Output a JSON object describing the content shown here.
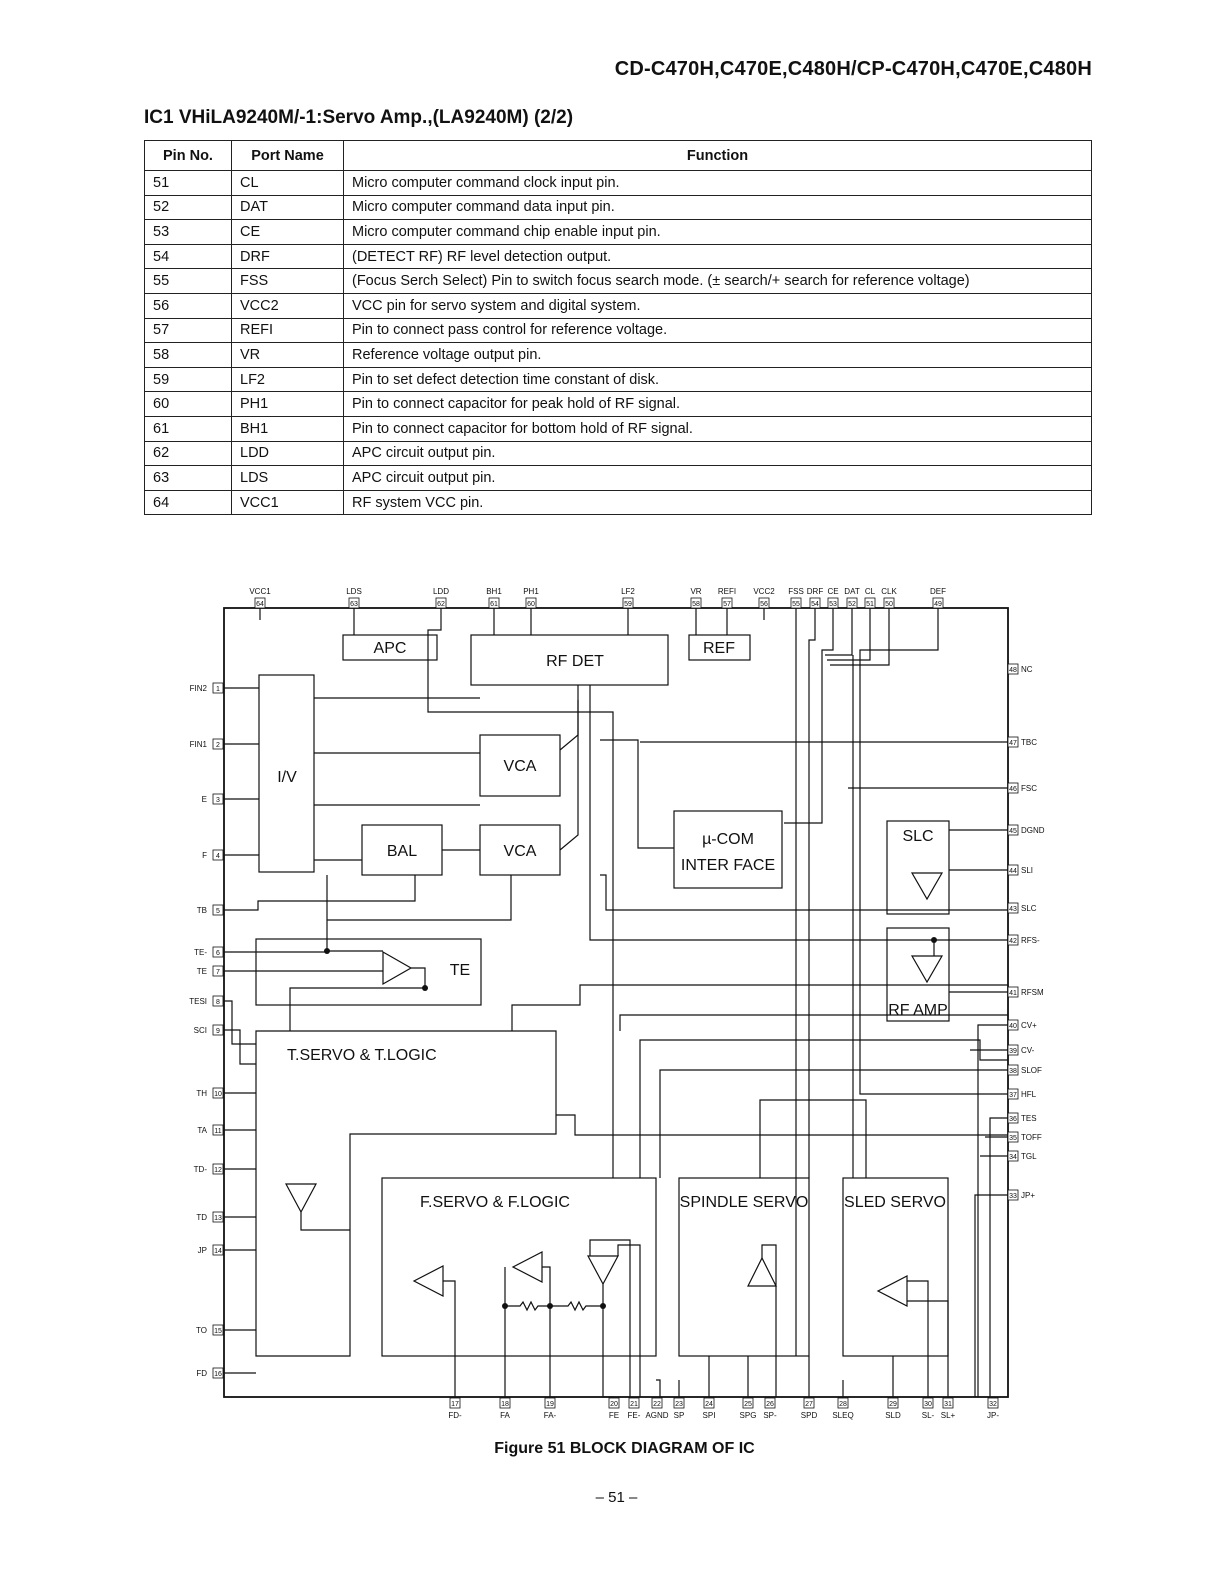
{
  "header": {
    "models": "CD-C470H,C470E,C480H/CP-C470H,C470E,C480H"
  },
  "section": {
    "title": "IC1 VHiLA9240M/-1:Servo Amp.,(LA9240M) (2/2)"
  },
  "table": {
    "columns": [
      "Pin No.",
      "Port Name",
      "Function"
    ],
    "rows": [
      [
        "51",
        "CL",
        "Micro computer command clock input pin."
      ],
      [
        "52",
        "DAT",
        "Micro computer command data input pin."
      ],
      [
        "53",
        "CE",
        "Micro computer command chip enable input pin."
      ],
      [
        "54",
        "DRF",
        "(DETECT RF) RF level detection output."
      ],
      [
        "55",
        "FSS",
        "(Focus Serch Select)  Pin to switch focus search mode. (± search/+ search for reference voltage)"
      ],
      [
        "56",
        "VCC2",
        "VCC pin for servo system and digital system."
      ],
      [
        "57",
        "REFI",
        "Pin to connect pass control for reference voltage."
      ],
      [
        "58",
        "VR",
        "Reference voltage output pin."
      ],
      [
        "59",
        "LF2",
        "Pin to set defect detection time constant of disk."
      ],
      [
        "60",
        "PH1",
        "Pin to connect capacitor for peak hold of RF signal."
      ],
      [
        "61",
        "BH1",
        "Pin to connect capacitor for bottom hold of RF signal."
      ],
      [
        "62",
        "LDD",
        "APC circuit output pin."
      ],
      [
        "63",
        "LDS",
        "APC circuit output pin."
      ],
      [
        "64",
        "VCC1",
        "RF system VCC pin."
      ]
    ]
  },
  "diagram": {
    "blocks": {
      "apc": "APC",
      "rfdet": "RF DET",
      "ref": "REF",
      "iv": "I/V",
      "vca1": "VCA",
      "vca2": "VCA",
      "bal": "BAL",
      "ucom1": "µ-COM",
      "ucom2": "INTER FACE",
      "slc": "SLC",
      "te": "TE",
      "rfamp": "RF AMP",
      "tservo": "T.SERVO & T.LOGIC",
      "fservo": "F.SERVO & F.LOGIC",
      "spindle": "SPINDLE SERVO",
      "sled": "SLED SERVO"
    },
    "top_pins": [
      {
        "num": "64",
        "name": "VCC1"
      },
      {
        "num": "63",
        "name": "LDS"
      },
      {
        "num": "62",
        "name": "LDD"
      },
      {
        "num": "61",
        "name": "BH1"
      },
      {
        "num": "60",
        "name": "PH1"
      },
      {
        "num": "59",
        "name": "LF2"
      },
      {
        "num": "58",
        "name": "VR"
      },
      {
        "num": "57",
        "name": "REFI"
      },
      {
        "num": "56",
        "name": "VCC2"
      },
      {
        "num": "55",
        "name": "FSS"
      },
      {
        "num": "54",
        "name": "DRF"
      },
      {
        "num": "53",
        "name": "CE"
      },
      {
        "num": "52",
        "name": "DAT"
      },
      {
        "num": "51",
        "name": "CL"
      },
      {
        "num": "50",
        "name": "CLK"
      },
      {
        "num": "49",
        "name": "DEF"
      }
    ],
    "left_pins": [
      {
        "num": "1",
        "name": "FIN2"
      },
      {
        "num": "2",
        "name": "FIN1"
      },
      {
        "num": "3",
        "name": "E"
      },
      {
        "num": "4",
        "name": "F"
      },
      {
        "num": "5",
        "name": "TB"
      },
      {
        "num": "6",
        "name": "TE-"
      },
      {
        "num": "7",
        "name": "TE"
      },
      {
        "num": "8",
        "name": "TESI"
      },
      {
        "num": "9",
        "name": "SCI"
      },
      {
        "num": "10",
        "name": "TH"
      },
      {
        "num": "11",
        "name": "TA"
      },
      {
        "num": "12",
        "name": "TD-"
      },
      {
        "num": "13",
        "name": "TD"
      },
      {
        "num": "14",
        "name": "JP"
      },
      {
        "num": "15",
        "name": "TO"
      },
      {
        "num": "16",
        "name": "FD"
      }
    ],
    "right_pins": [
      {
        "num": "48",
        "name": "NC"
      },
      {
        "num": "47",
        "name": "TBC"
      },
      {
        "num": "46",
        "name": "FSC"
      },
      {
        "num": "45",
        "name": "DGND"
      },
      {
        "num": "44",
        "name": "SLI"
      },
      {
        "num": "43",
        "name": "SLC"
      },
      {
        "num": "42",
        "name": "RFS-"
      },
      {
        "num": "41",
        "name": "RFSM"
      },
      {
        "num": "40",
        "name": "CV+"
      },
      {
        "num": "39",
        "name": "CV-"
      },
      {
        "num": "38",
        "name": "SLOF"
      },
      {
        "num": "37",
        "name": "HFL"
      },
      {
        "num": "36",
        "name": "TES"
      },
      {
        "num": "35",
        "name": "TOFF"
      },
      {
        "num": "34",
        "name": "TGL"
      },
      {
        "num": "33",
        "name": "JP+"
      }
    ],
    "bottom_pins": [
      {
        "num": "17",
        "name": "FD-"
      },
      {
        "num": "18",
        "name": "FA"
      },
      {
        "num": "19",
        "name": "FA-"
      },
      {
        "num": "20",
        "name": "FE"
      },
      {
        "num": "21",
        "name": "FE-"
      },
      {
        "num": "22",
        "name": "AGND"
      },
      {
        "num": "23",
        "name": "SP"
      },
      {
        "num": "24",
        "name": "SPI"
      },
      {
        "num": "25",
        "name": "SPG"
      },
      {
        "num": "26",
        "name": "SP-"
      },
      {
        "num": "27",
        "name": "SPD"
      },
      {
        "num": "28",
        "name": "SLEQ"
      },
      {
        "num": "29",
        "name": "SLD"
      },
      {
        "num": "30",
        "name": "SL-"
      },
      {
        "num": "31",
        "name": "SL+"
      },
      {
        "num": "32",
        "name": "JP-"
      }
    ]
  },
  "figure": {
    "caption": "Figure 51 BLOCK DIAGRAM OF IC"
  },
  "page": {
    "number": "– 51 –"
  }
}
